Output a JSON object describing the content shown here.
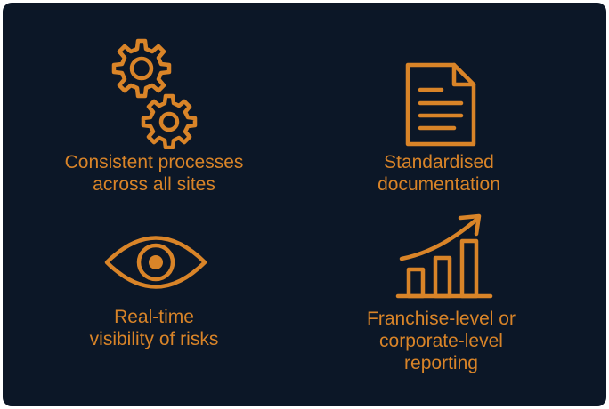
{
  "features": [
    {
      "icon": "gears-icon",
      "label": "Consistent processes\nacross all sites"
    },
    {
      "icon": "document-icon",
      "label": "Standardised\ndocumentation"
    },
    {
      "icon": "eye-icon",
      "label": "Real-time\nvisibility of risks"
    },
    {
      "icon": "bar-chart-growth-icon",
      "label": "Franchise-level or\ncorporate-level\nreporting"
    }
  ],
  "colors": {
    "background": "#0c1727",
    "accent": "#d98428"
  }
}
